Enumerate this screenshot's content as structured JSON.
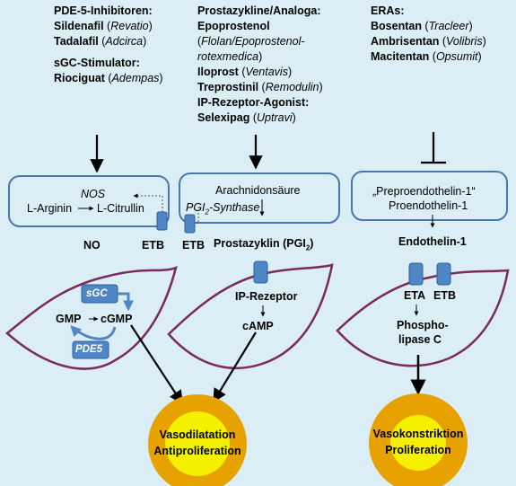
{
  "columns": {
    "pde5": {
      "heading": "PDE-5-Inhibitoren:",
      "drugs": [
        {
          "name": "Sildenafil",
          "brand": "Revatio"
        },
        {
          "name": "Tadalafil",
          "brand": "Adcirca"
        }
      ],
      "heading2": "sGC-Stimulator:",
      "drugs2": [
        {
          "name": "Riociguat",
          "brand": "Adempas"
        }
      ]
    },
    "prosta": {
      "heading": "Prostazykline/Analoga:",
      "drug1_name": "Epoprostenol",
      "drug1_brand_line1": "Flolan/Epoprostenol-",
      "drug1_brand_line2": "rotexmedica",
      "drugs": [
        {
          "name": "Iloprost",
          "brand": "Ventavis"
        },
        {
          "name": "Treprostinil",
          "brand": "Remodulin"
        }
      ],
      "heading2": "IP-Rezeptor-Agonist:",
      "drugs2": [
        {
          "name": "Selexipag",
          "brand": "Uptravi"
        }
      ]
    },
    "era": {
      "heading": "ERAs:",
      "drugs": [
        {
          "name": "Bosentan",
          "brand": "Tracleer"
        },
        {
          "name": "Ambrisentan",
          "brand": "Volibris"
        },
        {
          "name": "Macitentan",
          "brand": "Opsumit"
        }
      ]
    }
  },
  "no_pathway": {
    "enzyme": "NOS",
    "substrate": "L-Arginin",
    "product": "L-Citrullin",
    "output": "NO",
    "receptor": "ETB"
  },
  "prostacyclin_pathway": {
    "substrate": "Arachnidonsäure",
    "enzyme": "PGI",
    "enzyme_sub": "2",
    "enzyme_suffix": "-Synthase",
    "receptor": "ETB",
    "output": "Prostazyklin (PGI",
    "output_sub": "2",
    "output_suffix": ")"
  },
  "endothelin_pathway": {
    "precursor1": "„Preproendothelin-1“",
    "precursor2": "Proendothelin-1",
    "output": "Endothelin-1"
  },
  "cells": {
    "left": {
      "enzyme": "sGC",
      "substrate": "GMP",
      "product": "cGMP",
      "degrader": "PDE5"
    },
    "middle": {
      "receptor": "IP-Rezeptor",
      "messenger": "cAMP"
    },
    "right": {
      "receptor_a": "ETA",
      "receptor_b": "ETB",
      "effector_line1": "Phospho-",
      "effector_line2": "lipase C"
    }
  },
  "effects": {
    "dilation": {
      "line1": "Vasodilatation",
      "line2": "Antiproliferation"
    },
    "constriction": {
      "line1": "Vasokonstriktion",
      "line2": "Proliferation"
    }
  },
  "colors": {
    "background": "#dbeef5",
    "box_border": "#4a77b0",
    "cell_border": "#7b2a5e",
    "receptor_fill": "#4f86c6",
    "outer_circle": "#e8a200",
    "inner_circle": "#f4f000"
  }
}
